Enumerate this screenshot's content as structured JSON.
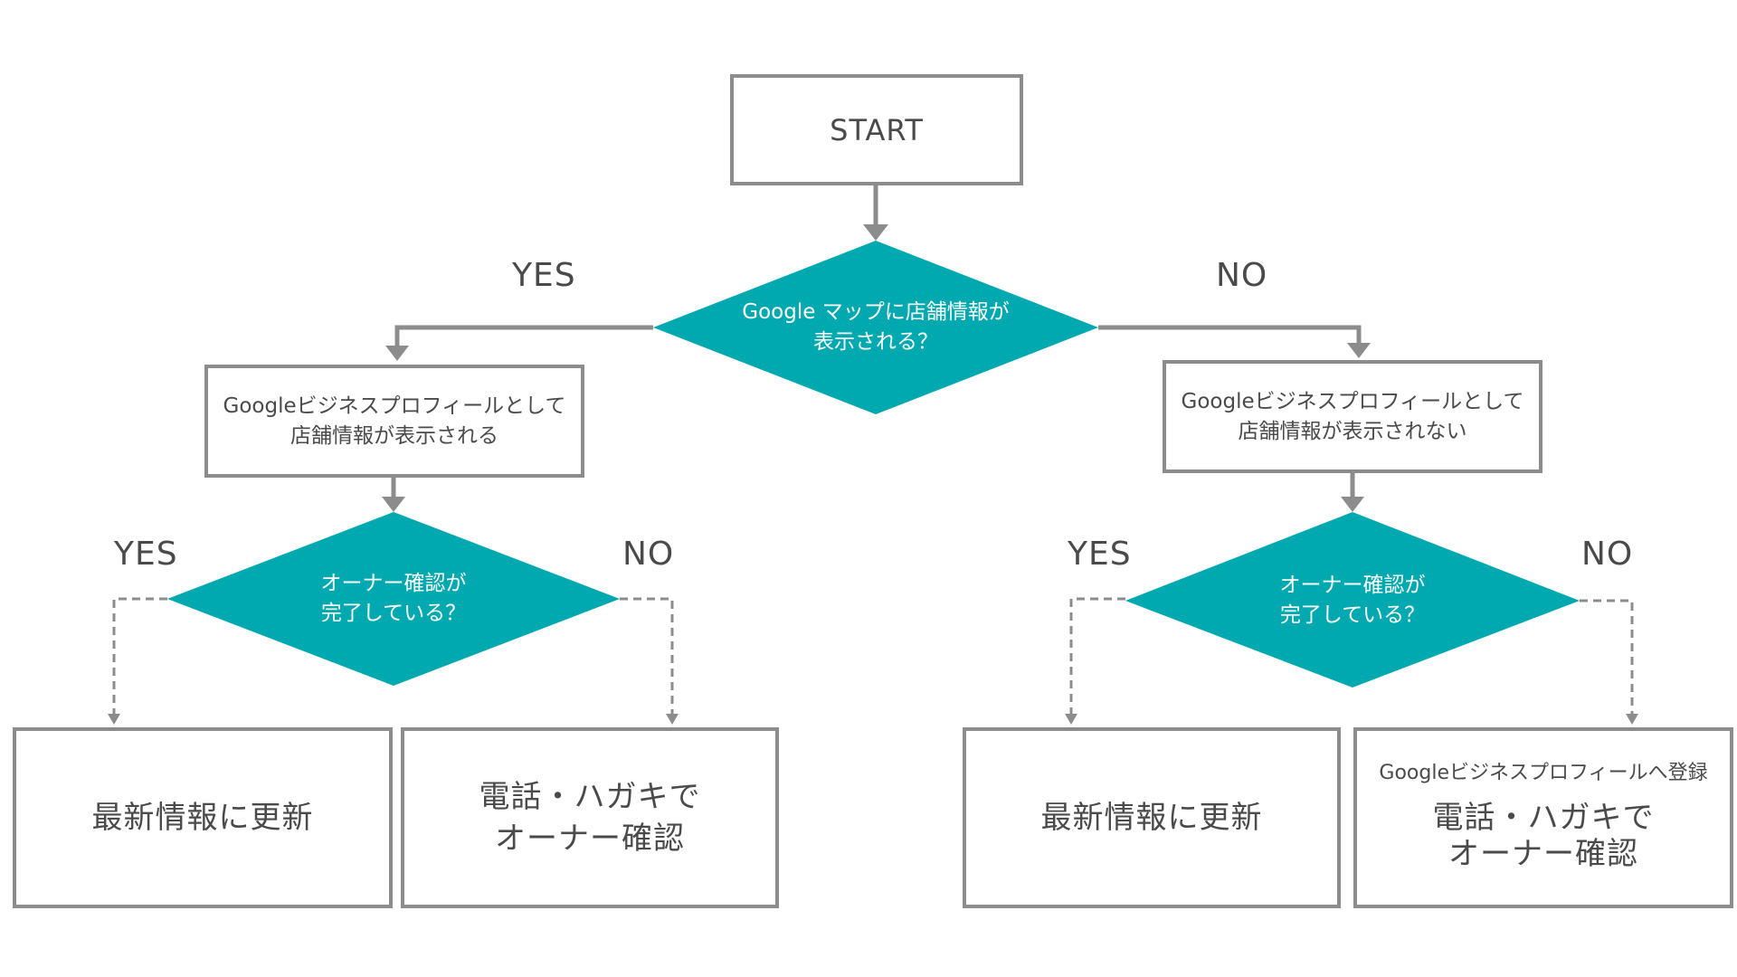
{
  "start": {
    "label": "START"
  },
  "decision_top": {
    "lines": [
      "Google マップに店舗情報が",
      "表示される？"
    ]
  },
  "edge_top_yes": "YES",
  "edge_top_no": "NO",
  "left_branch": {
    "box": {
      "lines": [
        "Googleビジネスプロフィールとして",
        "店舗情報が表示される"
      ]
    },
    "decision": {
      "lines": [
        "オーナー確認が",
        "完了している？"
      ]
    },
    "edge_yes": "YES",
    "edge_no": "NO",
    "outcome_yes": {
      "lines": [
        "最新情報に更新"
      ]
    },
    "outcome_no": {
      "lines": [
        "電話・ハガキで",
        "オーナー確認"
      ]
    }
  },
  "right_branch": {
    "box": {
      "lines": [
        "Googleビジネスプロフィールとして",
        "店舗情報が表示されない"
      ]
    },
    "decision": {
      "lines": [
        "オーナー確認が",
        "完了している？"
      ]
    },
    "edge_yes": "YES",
    "edge_no": "NO",
    "outcome_yes": {
      "lines": [
        "最新情報に更新"
      ]
    },
    "outcome_no": {
      "header": "Googleビジネスプロフィールへ登録",
      "lines": [
        "電話・ハガキで",
        "オーナー確認"
      ]
    }
  },
  "colors": {
    "diamond_fill": "#00a9b0",
    "border": "#8c8c8c",
    "text": "#4a4a4a"
  }
}
